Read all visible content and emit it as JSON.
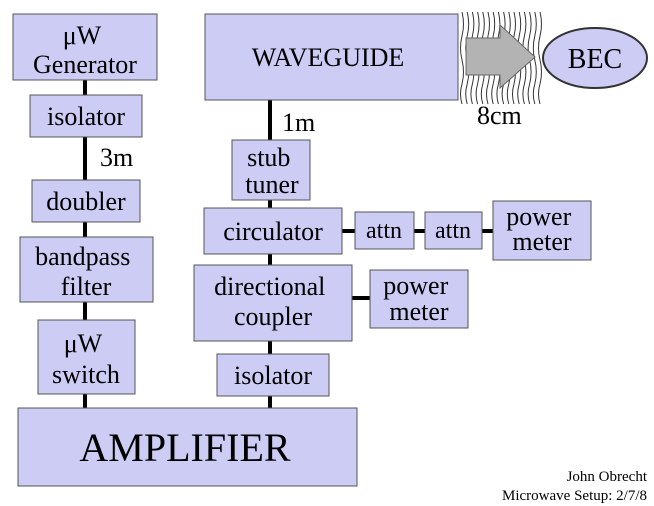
{
  "blocks": {
    "uw_generator": [
      "μW",
      "Generator"
    ],
    "isolator_left": [
      "isolator"
    ],
    "doubler": [
      "doubler"
    ],
    "bandpass_filter": [
      "bandpass",
      "filter"
    ],
    "uw_switch": [
      "μW",
      "switch"
    ],
    "amplifier": [
      "AMPLIFIER"
    ],
    "waveguide": [
      "WAVEGUIDE"
    ],
    "stub_tuner": [
      "stub",
      "tuner"
    ],
    "circulator": [
      "circulator"
    ],
    "attn_1": [
      "attn"
    ],
    "attn_2": [
      "attn"
    ],
    "power_meter_top": [
      "power",
      "meter"
    ],
    "directional_coupler": [
      "directional",
      "coupler"
    ],
    "power_meter_mid": [
      "power",
      "meter"
    ],
    "isolator_right": [
      "isolator"
    ],
    "bec": [
      "BEC"
    ]
  },
  "distances": {
    "left_link": "3m",
    "waveguide_link": "1m",
    "bec_gap": "8cm"
  },
  "credit": {
    "author": "John Obrecht",
    "caption": "Microwave Setup: 2/7/8"
  },
  "colors": {
    "block_fill": "#ccccf5",
    "arrow_fill": "#b3b3b3"
  }
}
